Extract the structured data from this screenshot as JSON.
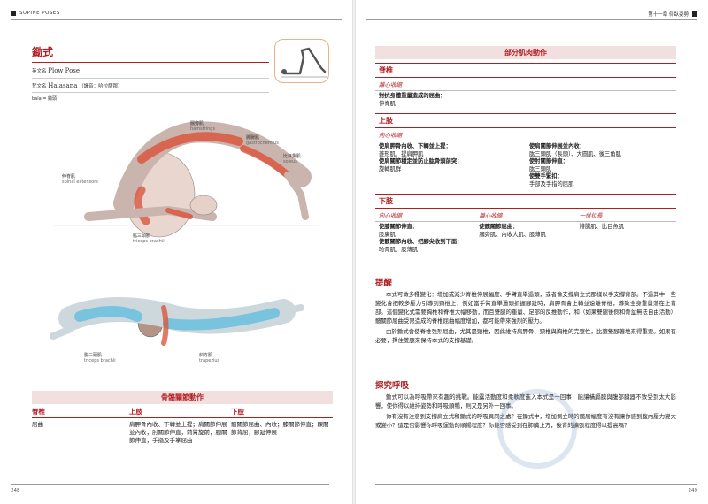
{
  "left_page": {
    "running_head": "SUPINE POSES",
    "pose": {
      "title": "鋤式",
      "english_label": "英文名",
      "english_name": "Plow Pose",
      "sanskrit_label": "梵文名",
      "sanskrit_name": "Halasana",
      "sanskrit_gloss": "（譯音：哈拉薩那）",
      "legend": "bala = 鋤頭"
    },
    "labels": {
      "hamstrings_zh": "膕旁肌",
      "hamstrings_en": "hamstrings",
      "gastrocnemius_zh": "腓腸肌",
      "gastrocnemius_en": "gastrocnemius",
      "soleus_zh": "比目魚肌",
      "soleus_en": "soleus",
      "spinal_zh": "伸脊肌",
      "spinal_en": "spinal extensors",
      "triceps_zh": "肱三頭肌",
      "triceps_en": "triceps brachii",
      "triceps2_zh": "肱三頭肌",
      "triceps2_en": "triceps brachii",
      "trapezius_zh": "斜方肌",
      "trapezius_en": "trapezius"
    },
    "joint_actions": {
      "heading": "骨骼關節動作",
      "columns": [
        "脊椎",
        "上肢",
        "下肢"
      ],
      "row": {
        "spine": "屈曲",
        "upper": "肩胛骨內收、下轉並上提；肩關節伸展並內收；肘關節伸直；前臂旋前；腕關節伸直；手指及手掌屈曲",
        "lower": "髖關節屈曲、內收；膝關節伸直；踝關節背屈；腳趾伸展"
      }
    },
    "folio": "248"
  },
  "right_page": {
    "running_head": "第十一章 仰臥姿勢",
    "muscles": {
      "heading": "部分肌肉動作",
      "spine": {
        "title": "脊椎",
        "sub": "離心收縮",
        "lead": "對抗身體重量造成的屈曲：",
        "muscles": "伸脊肌"
      },
      "upper": {
        "title": "上肢",
        "sub": "向心收縮",
        "left_1_lead": "使肩胛骨內收、下轉並上提：",
        "left_1": "菱形肌、提肩胛肌",
        "left_2_lead": "使肩關節穩定並防止肱骨頭前突：",
        "left_2": "旋轉肌群",
        "right_1_lead": "使肩關節伸展並內收：",
        "right_1": "肱三頭肌（長頭）、大圓肌、後三角肌",
        "right_2_lead": "使肘關節伸直：",
        "right_2": "肱三頭肌",
        "right_3_lead": "使雙手緊扣：",
        "right_3": "手部及手指的屈肌"
      },
      "lower": {
        "title": "下肢",
        "sub1": "向心收縮",
        "sub2": "離心收縮",
        "sub3": "一併拉長",
        "c1_lead": "使膝關節伸直：",
        "c1": "股廣肌",
        "c1b_lead": "使髖關節內收、把腳尖收到下面：",
        "c1b": "恥骨肌、股薄肌",
        "c2_lead": "使髖關節屈曲：",
        "c2": "膕旁肌、內收大肌、股薄肌",
        "c3": "腓腸肌、比目魚肌"
      }
    },
    "notes": {
      "title": "提醒",
      "p1": "本式可做多種變化：增加或減少脊椎伸展幅度、手臂直舉過頭，或者像支撐肩立式那樣以手支撐背部。不過其中一些變化會把較多壓力引導到頸椎上，例如當手臂直舉過頭抓握腳趾時，肩胛骨會上轉並遠離脊椎，導致全身重量落在上背部。這個變化式需要胸椎和脊椎大幅移動，而且雙腿的重量、足部的反推動作，和（如果雙腿後側和骨盆無法自由活動）髖關節屈曲受限造成的脊椎屈曲幅度增加，都可能帶來強烈的壓力。",
      "p2": "由於鋤式會使脊椎強烈屈曲，尤其是頸椎，因此維持肩胛骨、頸椎與胸椎的完整性，比讓雙腳著地來得重要。如果有必要，擇住雙腿來保持本式的支撐基礎。",
      "explore_title": "探究呼吸",
      "p3": "鋤式可以為呼吸帶來有趣的挑戰。能露活動度和柔軟度進入本式是一回事，能讓橫膈膜與腹部臟器不致受到太大影響，使你得以維持姿勢和呼吸順暢，則又是另外一回事。",
      "p4": "你有沒有注意到支撐肩立式和鋤式的呼吸異同之處？在鋤式中，增加倒立時的髖屈幅度有沒有讓你感到腹內壓力變大或變小？這是否影響你呼吸運動的順暢程度？你能否感受到在肺臟上方，後背的擴張程度得以提高嗎？"
    },
    "folio": "249"
  }
}
